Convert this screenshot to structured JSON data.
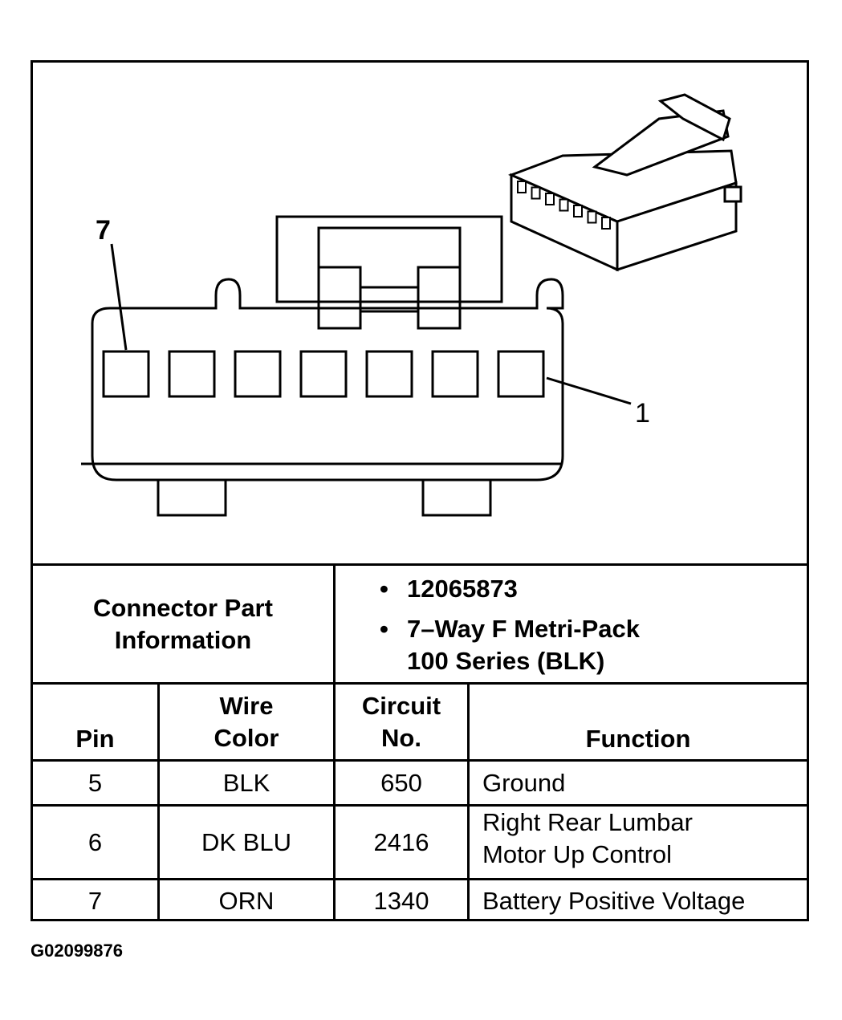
{
  "diagram": {
    "pin_callouts": {
      "left": "7",
      "right": "1"
    },
    "cavity_count": 7
  },
  "connector_info": {
    "label_line1": "Connector Part",
    "label_line2": "Information",
    "part_number": "12065873",
    "description_line1": "7–Way F Metri-Pack",
    "description_line2": "100 Series (BLK)",
    "bullet": "•"
  },
  "table": {
    "headers": {
      "pin": "Pin",
      "wire_color_line1": "Wire",
      "wire_color_line2": "Color",
      "circuit_line1": "Circuit",
      "circuit_line2": "No.",
      "function": "Function"
    },
    "rows": [
      {
        "pin": "5",
        "wire_color": "BLK",
        "circuit": "650",
        "function_line1": "Ground",
        "function_line2": ""
      },
      {
        "pin": "6",
        "wire_color": "DK BLU",
        "circuit": "2416",
        "function_line1": "Right Rear Lumbar",
        "function_line2": "Motor Up Control"
      },
      {
        "pin": "7",
        "wire_color": "ORN",
        "circuit": "1340",
        "function_line1": "Battery Positive Voltage",
        "function_line2": ""
      }
    ]
  },
  "figure_id": "G02099876"
}
